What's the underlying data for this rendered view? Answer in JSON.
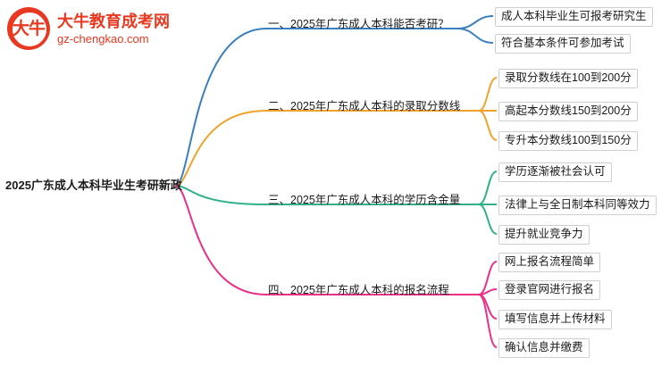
{
  "logo": {
    "glyph_text": "大牛",
    "title": "大牛教育成考网",
    "subtitle": "gz-chengkao.com",
    "brand_color": "#e8381f",
    "icon_name": "bull-circle-logo"
  },
  "mindmap": {
    "root": {
      "label": "2025广东成人本科毕业生考研新政"
    },
    "branches": [
      {
        "index": 1,
        "color": "#3c7fc0",
        "label": "一、2025年广东成人本科能否考研？",
        "children": [
          "成人本科毕业生可报考研究生",
          "符合基本条件可参加考试"
        ]
      },
      {
        "index": 2,
        "color": "#f0a32a",
        "label": "二、2025年广东成人本科的录取分数线",
        "children": [
          "录取分数线在100到200分",
          "高起本分数线150到200分",
          "专升本分数线100到150分"
        ]
      },
      {
        "index": 3,
        "color": "#2fb08a",
        "label": "三、2025年广东成人本科的学历含金量",
        "children": [
          "学历逐渐被社会认可",
          "法律上与全日制本科同等效力",
          "提升就业竞争力"
        ]
      },
      {
        "index": 4,
        "color": "#ec2f86",
        "label": "四、2025年广东成人本科的报名流程",
        "children": [
          "网上报名流程简单",
          "登录官网进行报名",
          "填写信息并上传材料",
          "确认信息并缴费"
        ]
      }
    ]
  }
}
